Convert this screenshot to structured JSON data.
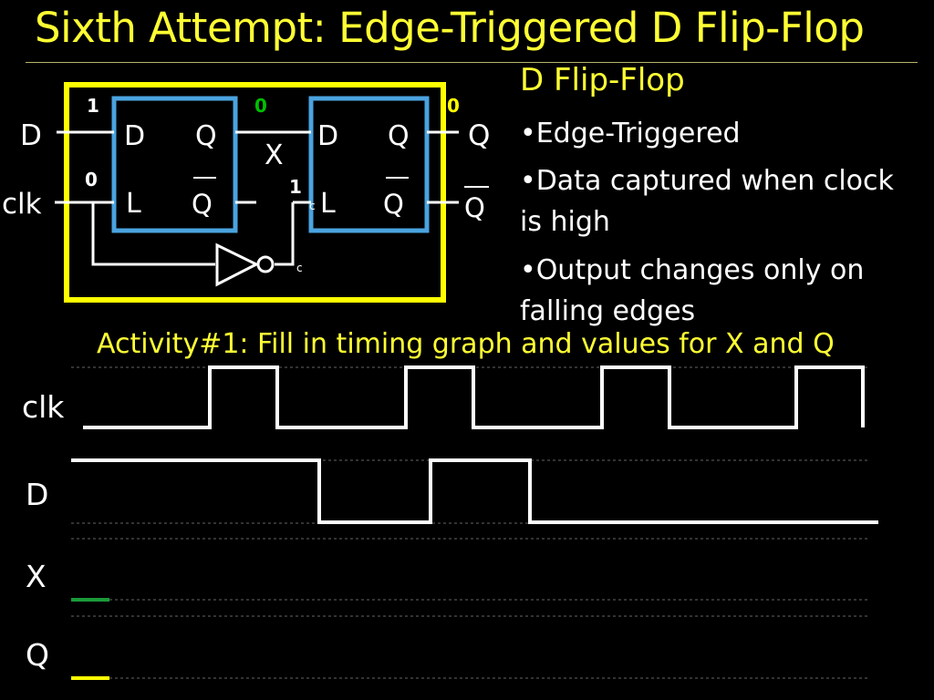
{
  "title": "Sixth Attempt: Edge-Triggered D Flip-Flop",
  "notes": {
    "heading": "D Flip-Flop",
    "bullets": [
      "•Edge-Triggered",
      "•Data captured when clock is high",
      "•Output changes only on falling edges"
    ]
  },
  "circuit": {
    "inputs": {
      "d": "D",
      "clk": "clk"
    },
    "outputs": {
      "q": "Q",
      "qbar": "Q"
    },
    "master": {
      "d_pin": "D",
      "q_pin": "Q",
      "l_pin": "L",
      "qbar_pin": "Q"
    },
    "slave": {
      "d_pin": "D",
      "q_pin": "Q",
      "l_pin": "L",
      "qbar_pin": "Q"
    },
    "internal_node": "X",
    "clock_node": "c",
    "values": {
      "d_in": "1",
      "x": "0",
      "q_out": "0",
      "clk_in": "0",
      "slave_clk": "1"
    },
    "colors": {
      "enclosure": "#ffff00",
      "latch": "#4aa3df",
      "highlight_value": "#00c000",
      "value": "#ffff00"
    }
  },
  "activity": "Activity#1:  Fill in timing graph and values for X and Q",
  "timing": {
    "signals": [
      "clk",
      "D",
      "X",
      "Q"
    ],
    "clk_levels": [
      0,
      1,
      0,
      1,
      0,
      1,
      0,
      1
    ],
    "clk_edges": [
      230,
      304,
      445,
      519,
      660,
      734,
      873,
      946
    ],
    "d_levels": [
      1,
      0,
      1,
      0
    ],
    "d_edges": [
      350,
      472,
      581
    ],
    "colors": {
      "x_start": "#1a9a3a",
      "q_start": "#ffff00",
      "wave": "#ffffff",
      "guide": "#666666"
    }
  }
}
